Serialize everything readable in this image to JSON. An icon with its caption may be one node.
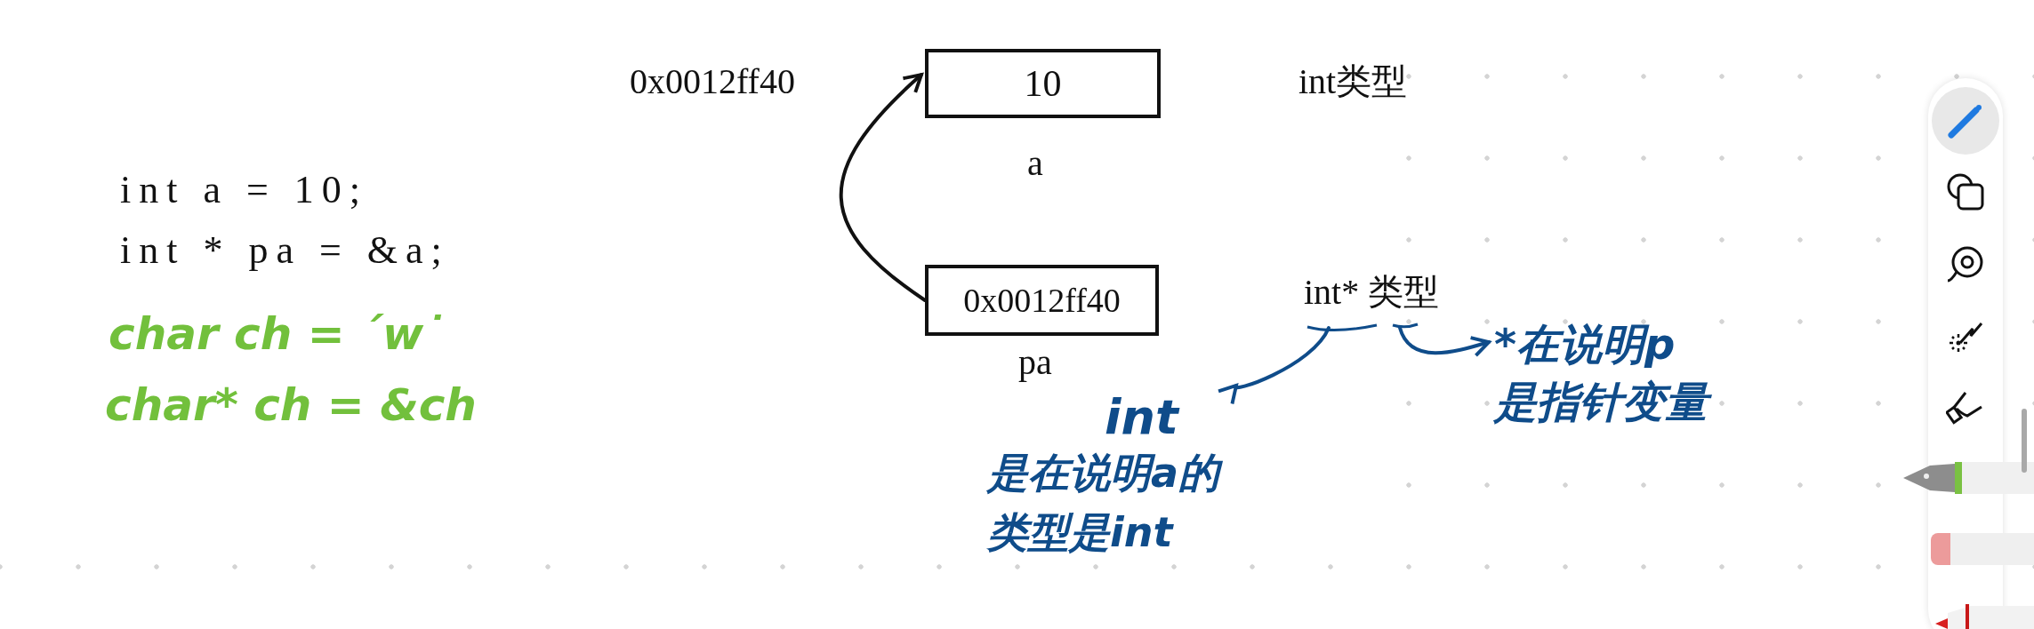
{
  "diagram": {
    "nodes": [
      {
        "text": [
          "10"
        ],
        "beside": [
          "a"
        ]
      },
      {
        "text": [
          "0x0012ff40"
        ],
        "beside": [
          "pa"
        ]
      },
      {
        "text": [
          "int* 类型"
        ]
      },
      {
        "text": [
          "int",
          "是在说明a的类型是int"
        ]
      },
      {
        "text": [
          "*在说明p是指针变量"
        ]
      }
    ],
    "edges": [
      {
        "from": 1,
        "to": 0,
        "arrow": "to",
        "color": "#111111"
      },
      {
        "from": 2,
        "to": 3,
        "arrow": "to"
      },
      {
        "from": 2,
        "to": 4,
        "arrow": "to"
      }
    ],
    "labels": [
      "0x0012ff40",
      "int类型",
      "int a = 10;",
      "int * pa = &a;",
      "char ch = ´w˙",
      "char* ch = &ch"
    ]
  }
}
